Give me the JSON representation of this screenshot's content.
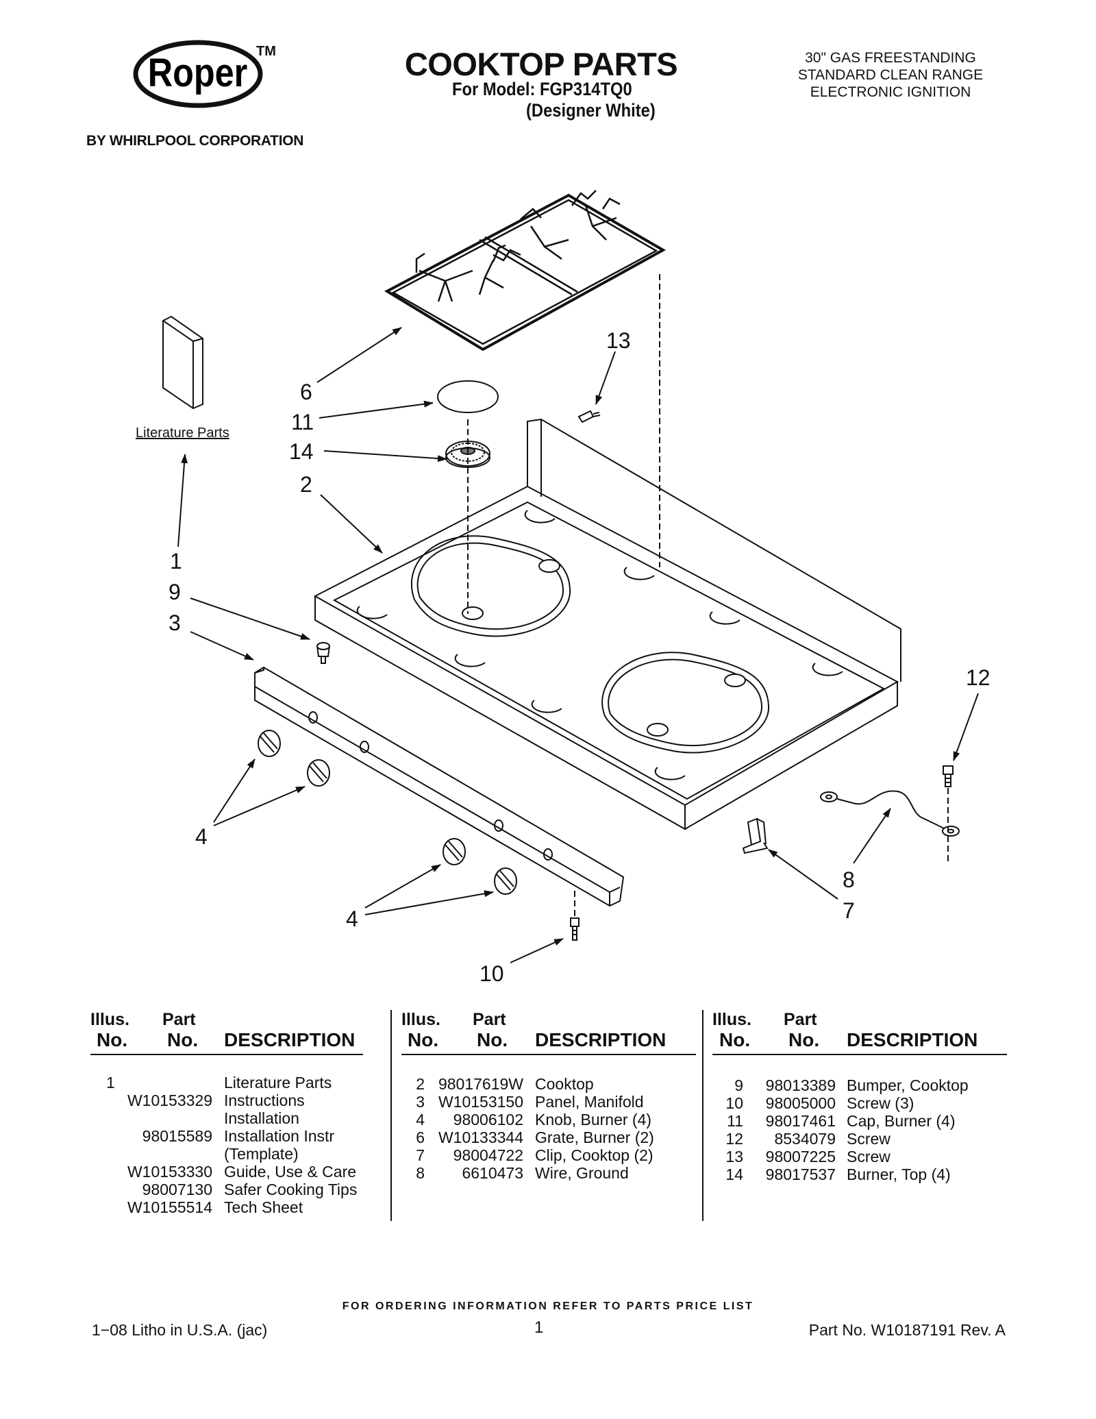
{
  "brand": {
    "logo_text": "Roper",
    "trademark": "TM",
    "byline": "BY WHIRLPOOL CORPORATION"
  },
  "header": {
    "title": "COOKTOP PARTS",
    "model_line": "For Model: FGP314TQ0",
    "model_color": "(Designer White)",
    "product_lines": [
      "30\" GAS FREESTANDING",
      "STANDARD CLEAN RANGE",
      "ELECTRONIC IGNITION"
    ]
  },
  "diagram": {
    "literature_label": "Literature Parts",
    "callouts": {
      "c6": "6",
      "c11": "11",
      "c14": "14",
      "c2": "2",
      "c1": "1",
      "c9": "9",
      "c3": "3",
      "c4a": "4",
      "c4b": "4",
      "c10": "10",
      "c13": "13",
      "c12": "12",
      "c8": "8",
      "c7": "7"
    }
  },
  "table": {
    "headers": {
      "illus_top": "Illus.",
      "illus_bottom": "No.",
      "part_top": "Part",
      "part_bottom": "No.",
      "description": "DESCRIPTION"
    },
    "col1": [
      {
        "illus": "1",
        "part": "",
        "desc": "Literature Parts"
      },
      {
        "illus": "",
        "part": "W10153329",
        "desc": "Instructions"
      },
      {
        "illus": "",
        "part": "",
        "desc": "Installation"
      },
      {
        "illus": "",
        "part": "98015589",
        "desc": "Installation Instr"
      },
      {
        "illus": "",
        "part": "",
        "desc": "(Template)"
      },
      {
        "illus": "",
        "part": "W10153330",
        "desc": "Guide, Use & Care"
      },
      {
        "illus": "",
        "part": "98007130",
        "desc": "Safer Cooking Tips"
      },
      {
        "illus": "",
        "part": "W10155514",
        "desc": "Tech Sheet"
      }
    ],
    "col2": [
      {
        "illus": "2",
        "part": "98017619W",
        "desc": "Cooktop"
      },
      {
        "illus": "3",
        "part": "W10153150",
        "desc": "Panel, Manifold"
      },
      {
        "illus": "4",
        "part": "98006102",
        "desc": "Knob, Burner (4)"
      },
      {
        "illus": "6",
        "part": "W10133344",
        "desc": "Grate, Burner (2)"
      },
      {
        "illus": "7",
        "part": "98004722",
        "desc": "Clip, Cooktop (2)"
      },
      {
        "illus": "8",
        "part": "6610473",
        "desc": "Wire, Ground"
      }
    ],
    "col3": [
      {
        "illus": "9",
        "part": "98013389",
        "desc": "Bumper, Cooktop"
      },
      {
        "illus": "10",
        "part": "98005000",
        "desc": "Screw (3)"
      },
      {
        "illus": "11",
        "part": "98017461",
        "desc": "Cap, Burner (4)"
      },
      {
        "illus": "12",
        "part": "8534079",
        "desc": "Screw"
      },
      {
        "illus": "13",
        "part": "98007225",
        "desc": "Screw"
      },
      {
        "illus": "14",
        "part": "98017537",
        "desc": "Burner, Top (4)"
      }
    ]
  },
  "footer": {
    "ordering_note": "FOR ORDERING INFORMATION REFER TO PARTS PRICE LIST",
    "litho": "1−08 Litho in U.S.A. (jac)",
    "page_number": "1",
    "part_number": "Part No. W10187191 Rev. A"
  }
}
